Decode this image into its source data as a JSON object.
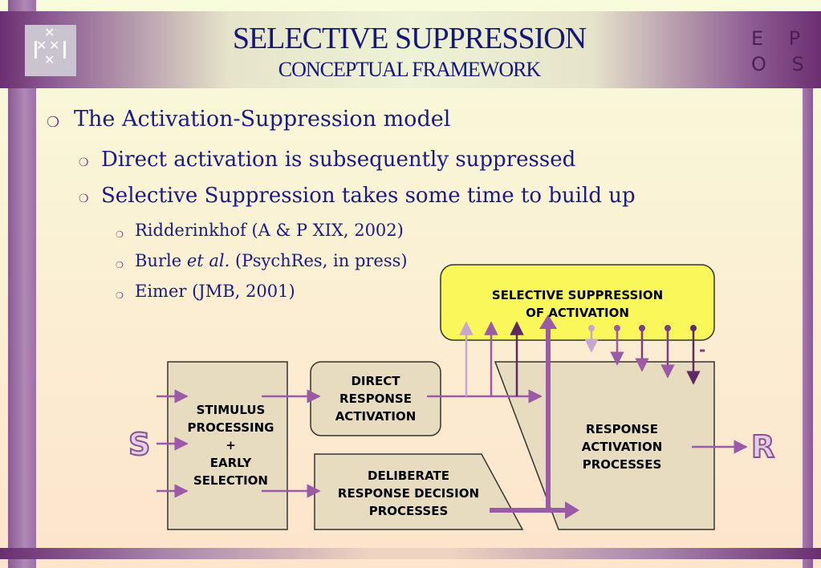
{
  "header": {
    "title": "SELECTIVE SUPPRESSION",
    "subtitle": "CONCEPTUAL FRAMEWORK",
    "corner_line1": "E P",
    "corner_line2": "O S",
    "logo_icon": "university-crest-icon"
  },
  "outline": {
    "level1": "The Activation-Suppression model",
    "level2": [
      "Direct activation is subsequently suppressed",
      "Selective Suppression takes some time to build up"
    ],
    "refs": {
      "ref1": "Ridderinkhof (A & P XIX, 2002)",
      "ref2_author": "Burle",
      "ref2_etal": "et al.",
      "ref2_rest": "(PsychRes, in press)",
      "ref3": "Eimer (JMB, 2001)"
    },
    "bullet_glyph": "❍"
  },
  "diagram": {
    "suppression_box": "SELECTIVE SUPPRESSION\nOF ACTIVATION",
    "stimulus_box": "STIMULUS\nPROCESSING\n+\nEARLY\nSELECTION",
    "direct_box": "DIRECT\nRESPONSE\nACTIVATION",
    "deliberate_box": "DELIBERATE\nRESPONSE DECISION\nPROCESSES",
    "response_box": "RESPONSE\nACTIVATION\nPROCESSES",
    "input_label": "S",
    "output_label": "R",
    "inhibition_sign": "-",
    "colors": {
      "arrow": "#9a5aa6",
      "arrow_light": "#c8a6cf",
      "arrow_dark": "#5e2a66",
      "suppression_fill": "#faf75a",
      "box_fill": "#e8dcc0",
      "box_stroke": "#333333"
    }
  }
}
